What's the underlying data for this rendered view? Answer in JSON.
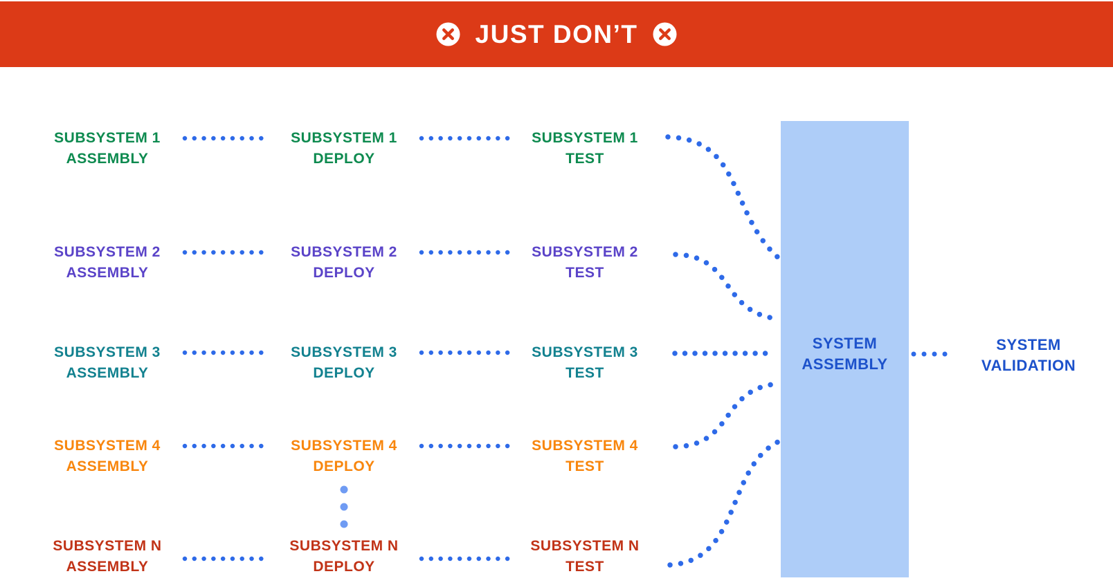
{
  "banner": {
    "title": "JUST DON’T",
    "icons": {
      "left": "x-circle-icon",
      "right": "x-circle-icon"
    },
    "colors": {
      "background": "#dc3a17",
      "text": "#ffffff"
    }
  },
  "subsystem_rows": [
    {
      "name": "SUBSYSTEM 1",
      "color": "#0d8a4f",
      "stages": [
        "ASSEMBLY",
        "DEPLOY",
        "TEST"
      ]
    },
    {
      "name": "SUBSYSTEM 2",
      "color": "#5a43c8",
      "stages": [
        "ASSEMBLY",
        "DEPLOY",
        "TEST"
      ]
    },
    {
      "name": "SUBSYSTEM 3",
      "color": "#12818f",
      "stages": [
        "ASSEMBLY",
        "DEPLOY",
        "TEST"
      ]
    },
    {
      "name": "SUBSYSTEM 4",
      "color": "#f8860d",
      "stages": [
        "ASSEMBLY",
        "DEPLOY",
        "TEST"
      ]
    },
    {
      "name": "SUBSYSTEM N",
      "color": "#c13317",
      "stages": [
        "ASSEMBLY",
        "DEPLOY",
        "TEST"
      ]
    }
  ],
  "system_assembly": {
    "line1": "SYSTEM",
    "line2": "ASSEMBLY",
    "box_color": "#aecdf8",
    "text_color": "#1d52cb"
  },
  "system_validation": {
    "line1": "SYSTEM",
    "line2": "VALIDATION",
    "text_color": "#1d52cb"
  },
  "connectors": {
    "dot_color": "#2e6ae8",
    "ellipsis_dot_color": "#6f9bf3"
  }
}
